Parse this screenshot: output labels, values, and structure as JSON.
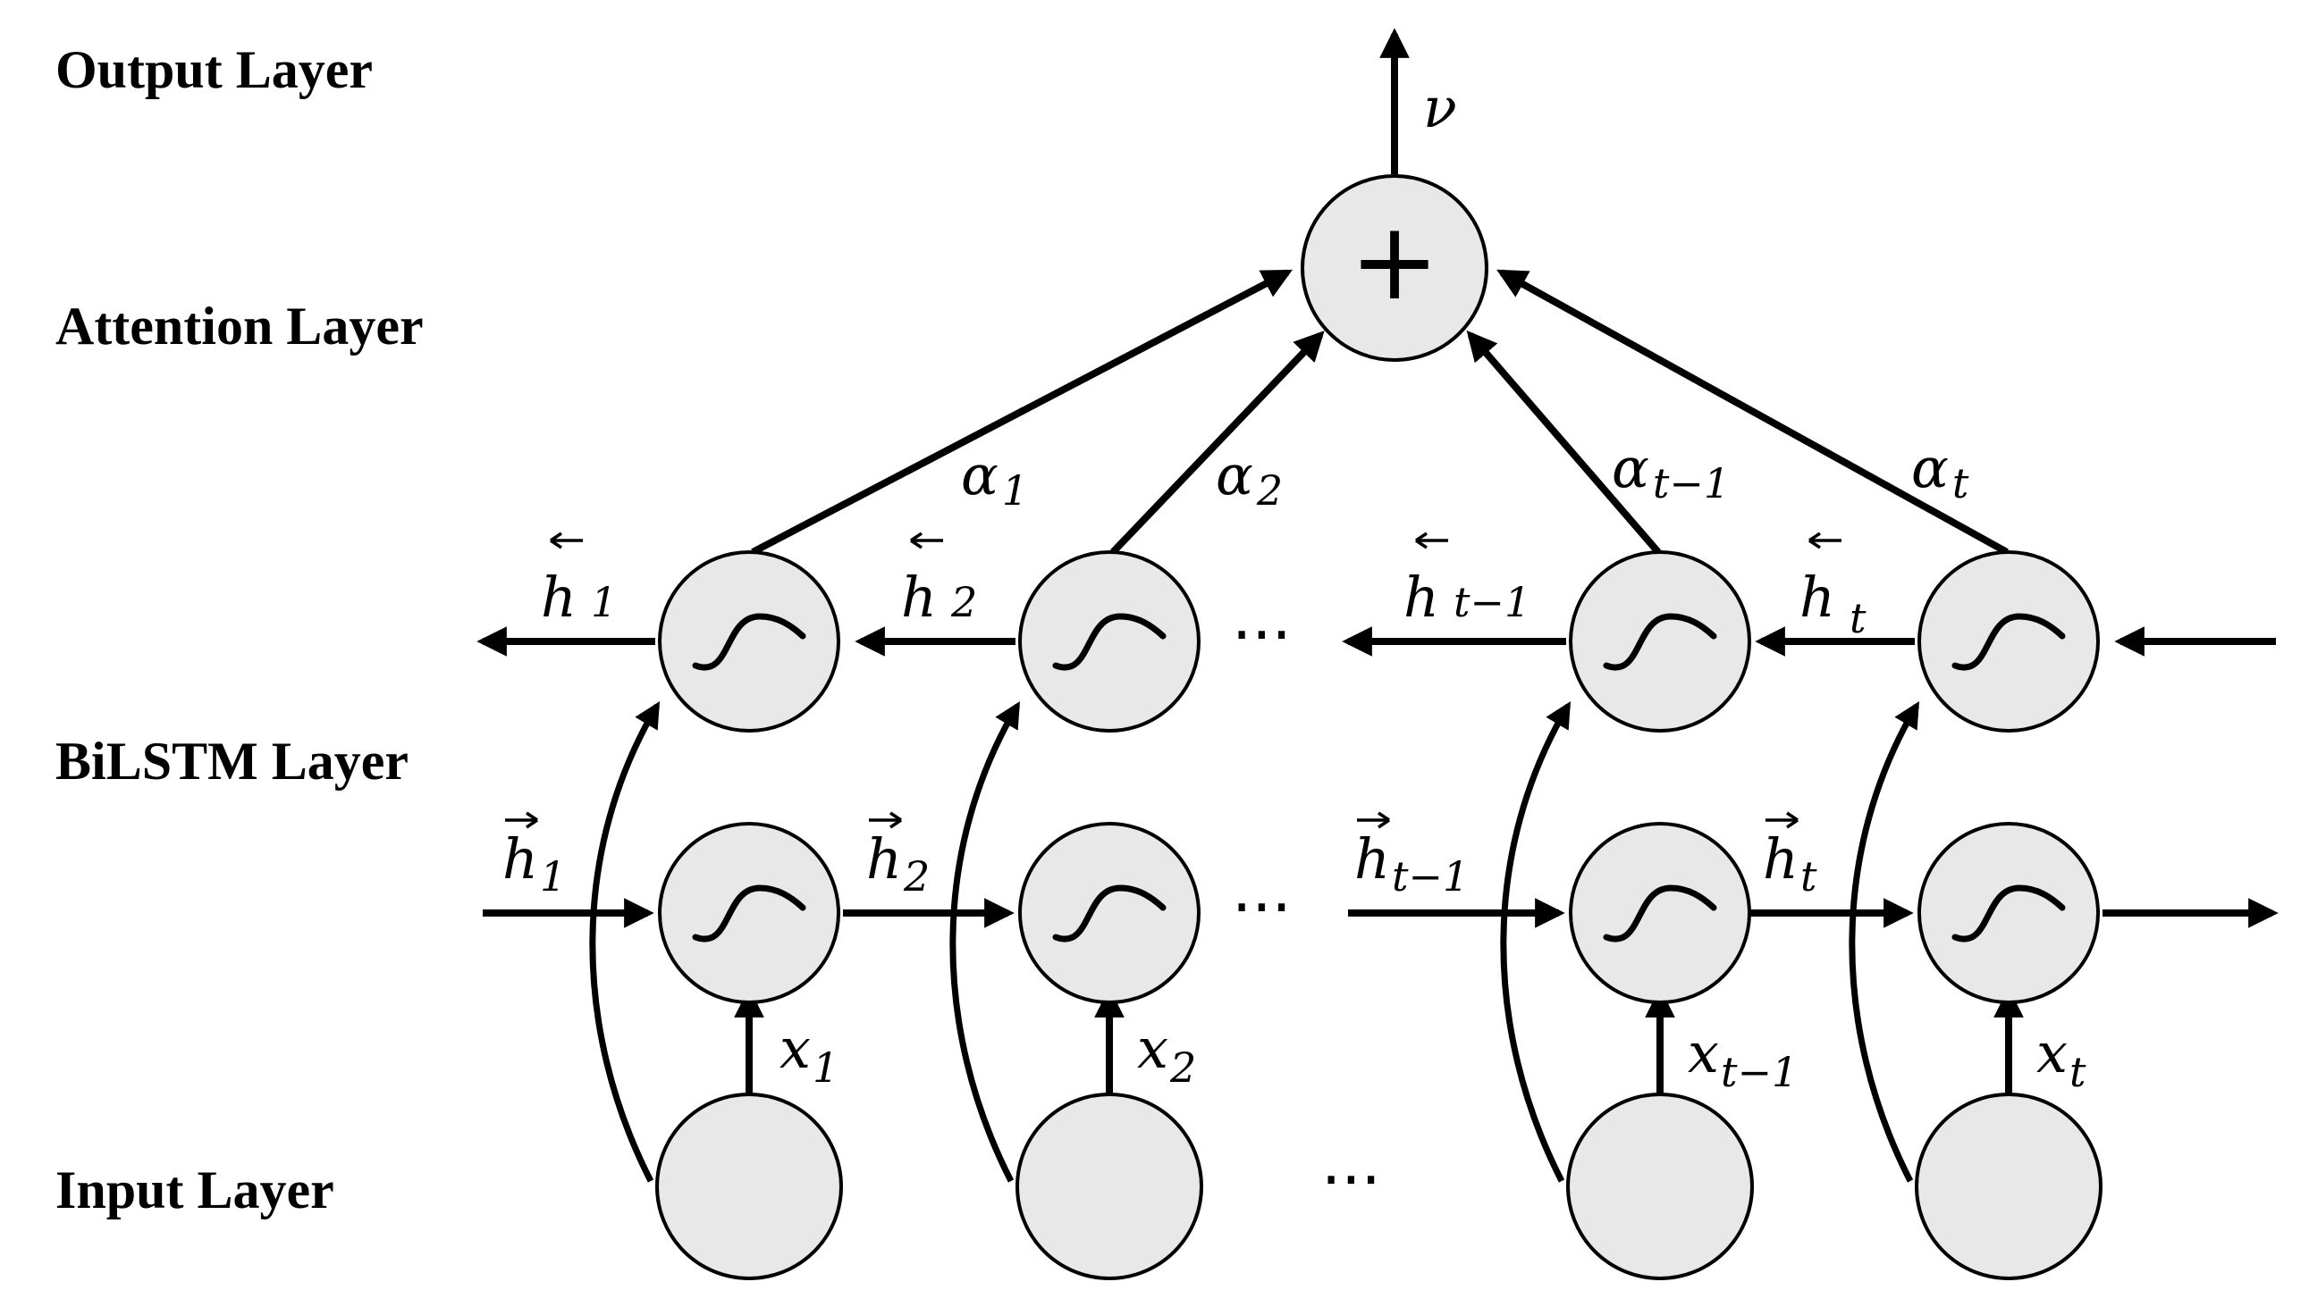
{
  "layers": {
    "output": "Output Layer",
    "attention": "Attention Layer",
    "bilstm": "BiLSTM Layer",
    "input": "Input Layer"
  },
  "output_symbol": "ν",
  "sum_node_symbol": "+",
  "ellipsis": "···",
  "attention_weights": [
    {
      "base": "α",
      "sub": "1"
    },
    {
      "base": "α",
      "sub": "2"
    },
    {
      "base": "α",
      "sub": "t−1"
    },
    {
      "base": "α",
      "sub": "t"
    }
  ],
  "backward_states": [
    {
      "base": "h",
      "sub": "1"
    },
    {
      "base": "h",
      "sub": "2"
    },
    {
      "base": "h",
      "sub": "t−1"
    },
    {
      "base": "h",
      "sub": "t"
    }
  ],
  "forward_states": [
    {
      "base": "h",
      "sub": "1"
    },
    {
      "base": "h",
      "sub": "2"
    },
    {
      "base": "h",
      "sub": "t−1"
    },
    {
      "base": "h",
      "sub": "t"
    }
  ],
  "inputs": [
    {
      "base": "x",
      "sub": "1"
    },
    {
      "base": "x",
      "sub": "2"
    },
    {
      "base": "x",
      "sub": "t−1"
    },
    {
      "base": "x",
      "sub": "t"
    }
  ]
}
